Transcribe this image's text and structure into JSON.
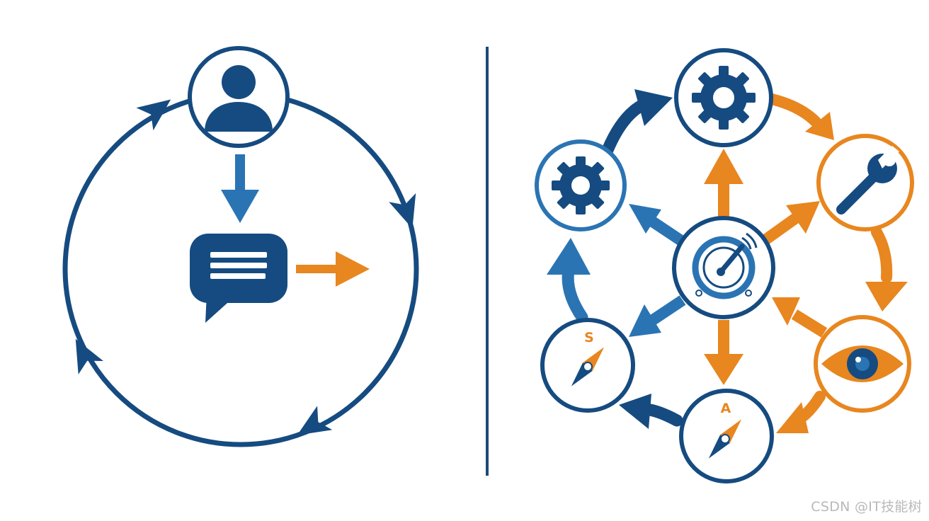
{
  "colors": {
    "navy": "#154b80",
    "blue": "#2a74b3",
    "orange": "#e8861f",
    "divider": "#1c4a78",
    "background": "#ffffff"
  },
  "left_panel": {
    "nodes": [
      "user-icon",
      "chat-bubble-icon"
    ]
  },
  "right_panel": {
    "nodes": [
      "gear-icon",
      "wrench-icon",
      "eye-icon",
      "compass-icon",
      "compass-icon",
      "gear-icon",
      "gauge-icon"
    ],
    "compass_bottom_letter": "A",
    "compass_left_letter": "S"
  },
  "watermark": "CSDN @IT技能树"
}
